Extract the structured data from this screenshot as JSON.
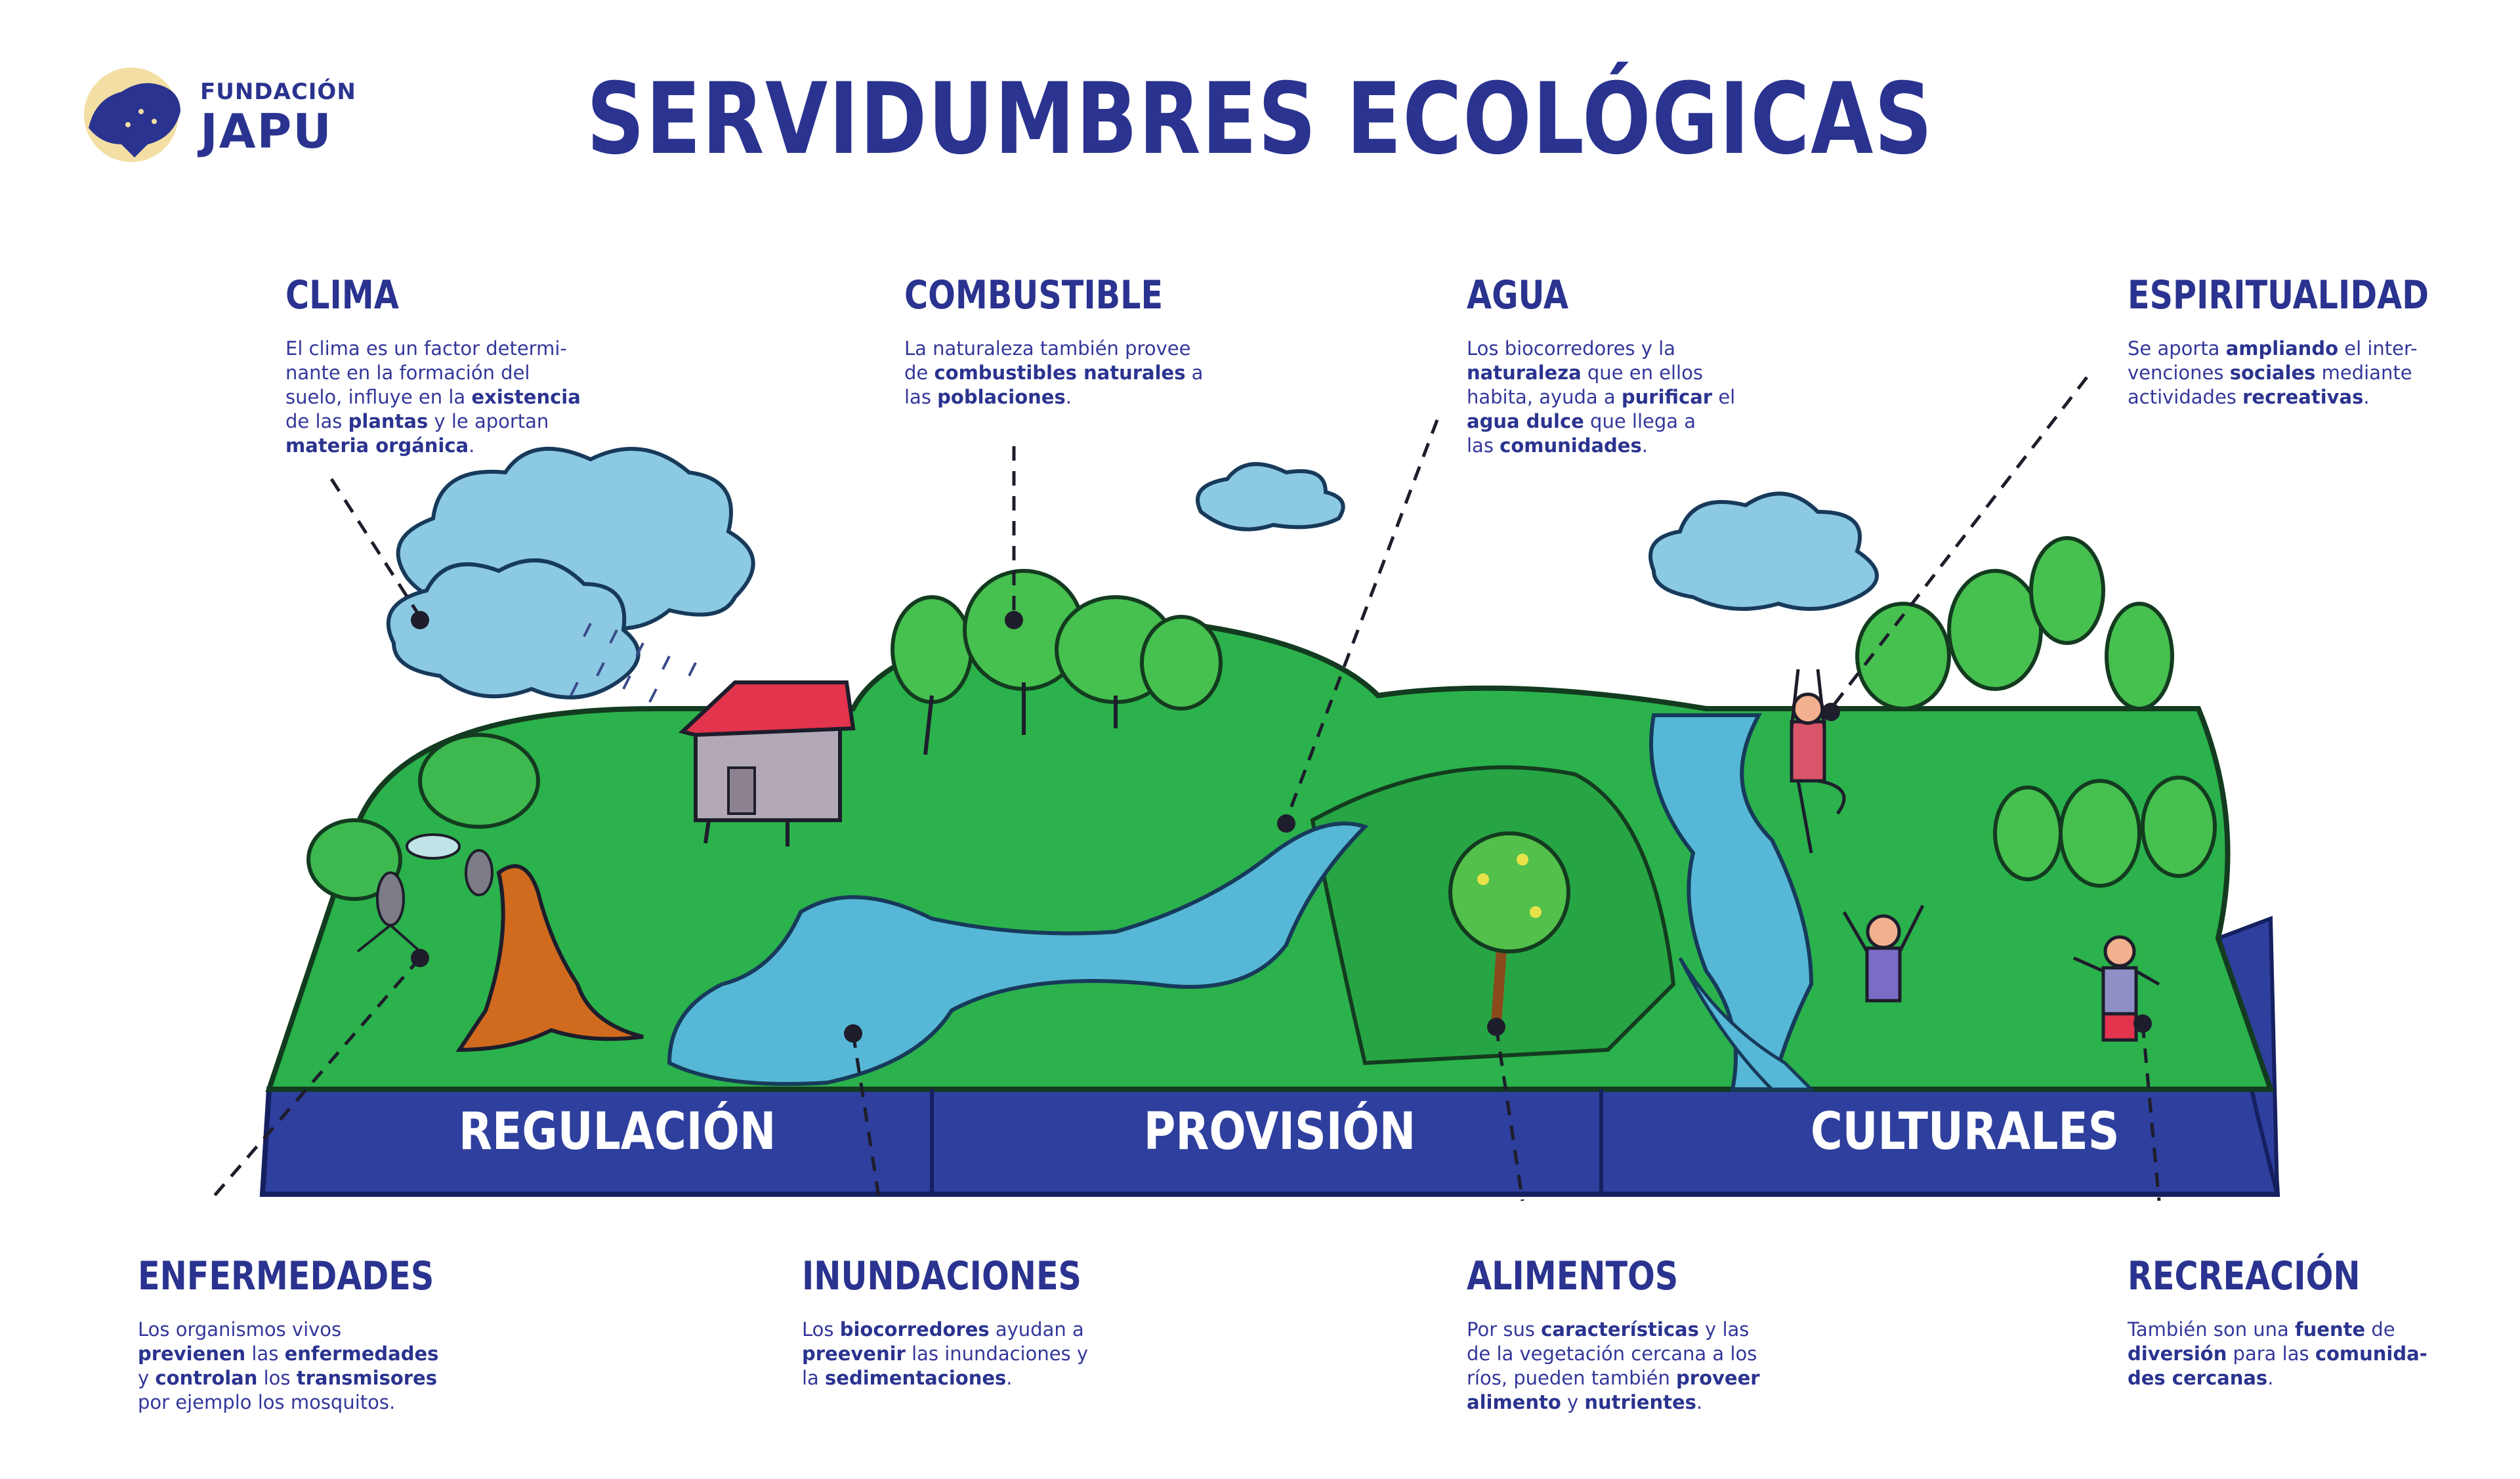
{
  "title": "SERVIDUMBRES ECOLÓGICAS",
  "logo": {
    "line1": "FUNDACIÓN",
    "line2": "JAPU"
  },
  "categories": {
    "regulacion": "REGULACIÓN",
    "provision": "PROVISIÓN",
    "culturales": "CULTURALES"
  },
  "blocks": {
    "clima": {
      "heading": "CLIMA",
      "parts": [
        [
          "El clima es un factor determi-\nnante en la formación del\nsuelo, influye en la ",
          false
        ],
        [
          "existencia",
          true
        ],
        [
          "\nde las ",
          false
        ],
        [
          "plantas",
          true
        ],
        [
          " y le aportan\n",
          false
        ],
        [
          "materia orgánica",
          true
        ],
        [
          ".",
          false
        ]
      ]
    },
    "combustible": {
      "heading": "COMBUSTIBLE",
      "parts": [
        [
          "La naturaleza también provee\nde ",
          false
        ],
        [
          "combustibles naturales",
          true
        ],
        [
          " a\nlas ",
          false
        ],
        [
          "poblaciones",
          true
        ],
        [
          ".",
          false
        ]
      ]
    },
    "agua": {
      "heading": "AGUA",
      "parts": [
        [
          "Los biocorredores y la\n",
          false
        ],
        [
          "naturaleza",
          true
        ],
        [
          " que en ellos\nhabita, ayuda a ",
          false
        ],
        [
          "purificar",
          true
        ],
        [
          " el\n",
          false
        ],
        [
          "agua dulce",
          true
        ],
        [
          " que llega a\nlas ",
          false
        ],
        [
          "comunidades",
          true
        ],
        [
          ".",
          false
        ]
      ]
    },
    "espiritualidad": {
      "heading": "ESPIRITUALIDAD",
      "parts": [
        [
          "Se aporta ",
          false
        ],
        [
          "ampliando",
          true
        ],
        [
          " el inter-\nvenciones ",
          false
        ],
        [
          "sociales",
          true
        ],
        [
          " mediante\nactividades ",
          false
        ],
        [
          "recreativas",
          true
        ],
        [
          ".",
          false
        ]
      ]
    },
    "enfermedades": {
      "heading": "ENFERMEDADES",
      "parts": [
        [
          "Los organismos vivos\n",
          false
        ],
        [
          "previenen",
          true
        ],
        [
          " las ",
          false
        ],
        [
          "enfermedades",
          true
        ],
        [
          "\ny ",
          false
        ],
        [
          "controlan",
          true
        ],
        [
          " los ",
          false
        ],
        [
          "transmisores",
          true
        ],
        [
          "\npor ejemplo los mosquitos.",
          false
        ]
      ]
    },
    "inundaciones": {
      "heading": "INUNDACIONES",
      "parts": [
        [
          "Los ",
          false
        ],
        [
          "biocorredores",
          true
        ],
        [
          " ayudan a\n",
          false
        ],
        [
          "preevenir",
          true
        ],
        [
          " las inundaciones y\nla ",
          false
        ],
        [
          "sedimentaciones",
          true
        ],
        [
          ".",
          false
        ]
      ]
    },
    "alimentos": {
      "heading": "ALIMENTOS",
      "parts": [
        [
          "Por sus ",
          false
        ],
        [
          "características",
          true
        ],
        [
          " y las\nde la vegetación cercana a los\nríos, pueden también ",
          false
        ],
        [
          "proveer",
          true
        ],
        [
          "\n",
          false
        ],
        [
          "alimento",
          true
        ],
        [
          " y ",
          false
        ],
        [
          "nutrientes",
          true
        ],
        [
          ".",
          false
        ]
      ]
    },
    "recreacion": {
      "heading": "RECREACIÓN",
      "parts": [
        [
          "También son una ",
          false
        ],
        [
          "fuente",
          true
        ],
        [
          " de\n",
          false
        ],
        [
          "diversión",
          true
        ],
        [
          " para las ",
          false
        ],
        [
          "comunida-\ndes cercanas",
          true
        ],
        [
          ".",
          false
        ]
      ]
    }
  },
  "colors": {
    "navy": "#2a338f",
    "grass": "#2bb24c",
    "grass_dark": "#1e8f3a",
    "water": "#56b8d6",
    "band": "#2e3f9e",
    "roof": "#e2344d",
    "logo_bg": "#f3dfa4"
  }
}
